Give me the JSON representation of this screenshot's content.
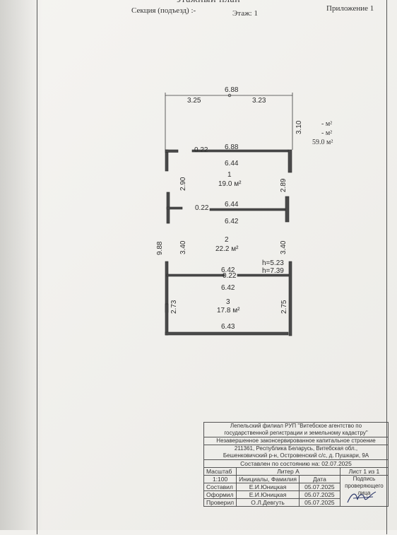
{
  "header": {
    "title_partial": "этажный план",
    "section_label": "Секция (подъезд) :-",
    "floor_label": "Этаж: 1",
    "appendix": "Приложение 1"
  },
  "side_areas": {
    "line1": "- м²",
    "line2": "- м²",
    "line3": "59.0 м²"
  },
  "plan": {
    "rooms": [
      {
        "number": "1",
        "area": "19.0 м²"
      },
      {
        "number": "2",
        "area": "22.2 м²"
      },
      {
        "number": "3",
        "area": "17.8 м²"
      }
    ],
    "dims": {
      "top_total": "6.88",
      "top_left": "3.25",
      "top_right": "3.23",
      "right_top": "3.10",
      "wall1_thick": "0.22",
      "wall1_top": "6.88",
      "wall1_bottom": "6.44",
      "r1_left": "2.90",
      "r1_right": "2.89",
      "wall2_thick": "0.22",
      "wall2_top": "6.44",
      "wall2_bottom": "6.42",
      "overall_left": "9.88",
      "r2_left": "3.40",
      "r2_right": "3.40",
      "h1": "h=5.23",
      "h2": "h=7.39",
      "wall3_top": "6.42",
      "wall3_thick": "0.22",
      "wall3_bottom": "6.42",
      "r3_left": "2.73",
      "r3_right": "2.75",
      "bottom": "6.43"
    }
  },
  "stamp": {
    "org_line1": "Лепельский филиал РУП \"Витебское агентство по",
    "org_line2": "государственной регистрации и земельному кадастру\"",
    "org_line3": "211361, Республика Беларусь, Витебская обл.,",
    "object": "Незавершенное законсервированное капитальное строение",
    "address": "Бешенковичский р-н, Островенский с/с, д. Пушкари, 9А",
    "state_date": "Составлен по состоянию на: 02.07.2025",
    "scale_label": "Масштаб",
    "liter": "Литер А",
    "sheet": "Лист  1  из 1",
    "scale_value": "1:100",
    "initials_header": "Инициалы, Фамилия",
    "date_header": "Дата",
    "signature_header": "Подпись проверяющего лица",
    "rows": [
      {
        "role": "Составил",
        "name": "Е.И.Юницкая",
        "date": "05.07.2025"
      },
      {
        "role": "Оформил",
        "name": "Е.И.Юницкая",
        "date": "05.07.2025"
      },
      {
        "role": "Проверил",
        "name": "О.Л.Девгуть",
        "date": "05.07.2025"
      }
    ]
  }
}
